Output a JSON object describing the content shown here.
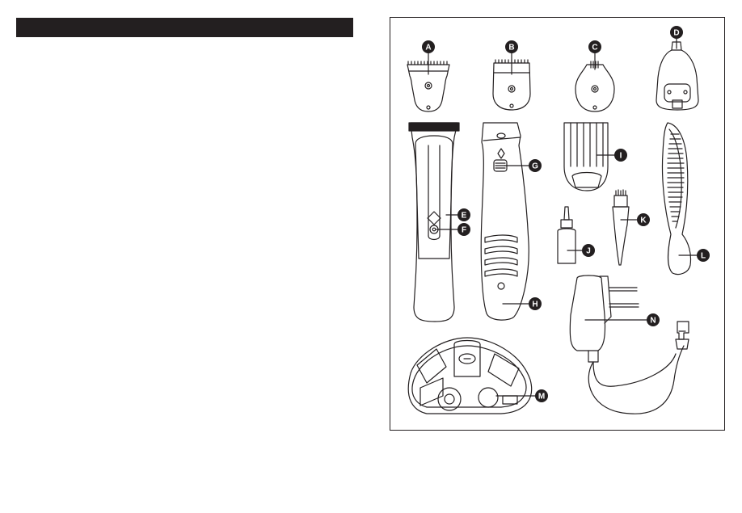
{
  "page": {
    "header_bar_color": "#231f20",
    "ink_color": "#231f20"
  },
  "diagram": {
    "labels": [
      "A",
      "B",
      "C",
      "D",
      "E",
      "F",
      "G",
      "H",
      "I",
      "J",
      "K",
      "L",
      "M",
      "N"
    ]
  }
}
